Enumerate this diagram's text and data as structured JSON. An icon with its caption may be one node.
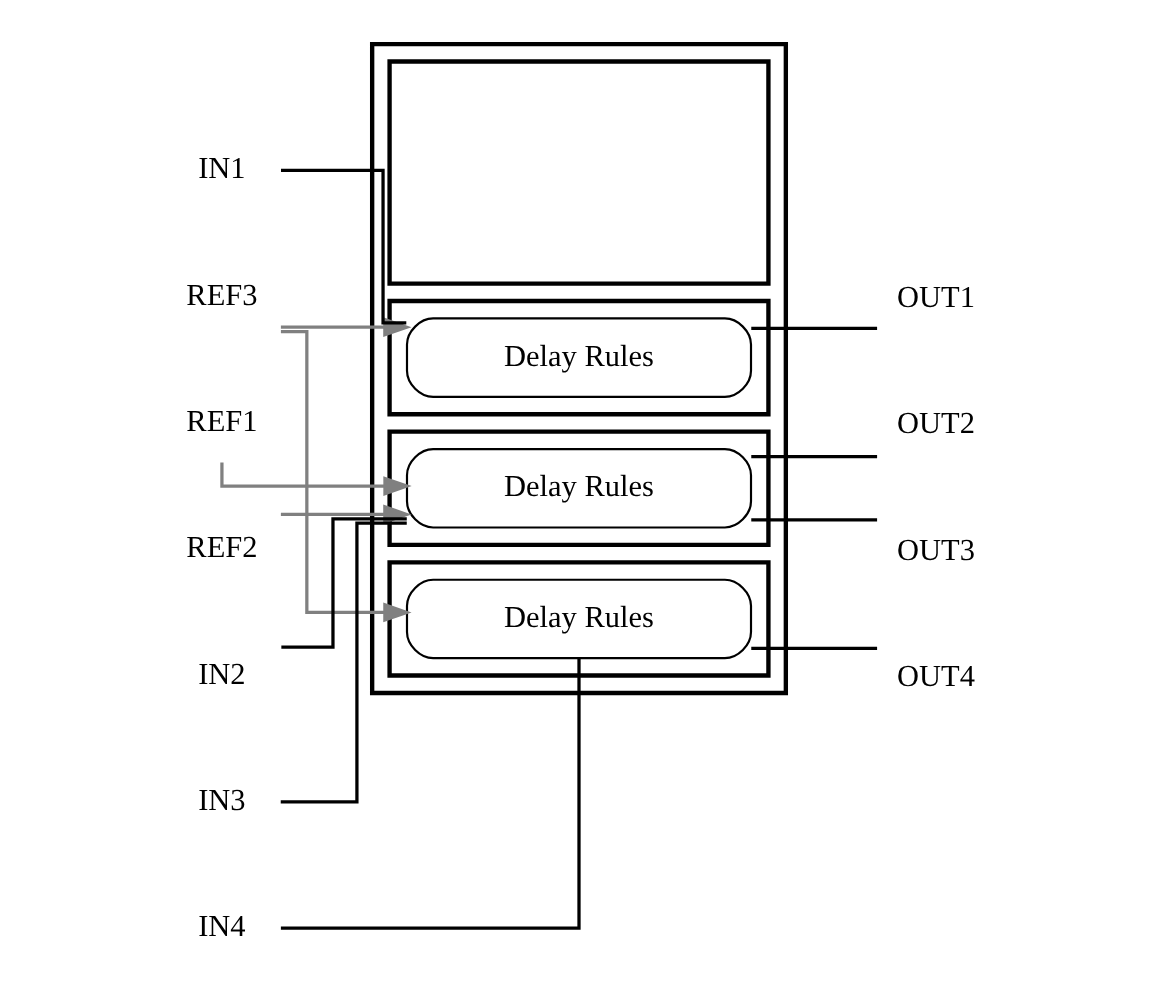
{
  "diagram": {
    "nodes": [
      {
        "text": [],
        "shape": "box"
      },
      {
        "text": [],
        "shape": "box",
        "in": 0
      },
      {
        "text": [],
        "shape": "box",
        "in": 0
      },
      {
        "text": [
          "Delay Rules"
        ],
        "in": 2
      },
      {
        "text": [],
        "shape": "box",
        "in": 0
      },
      {
        "text": [
          "Delay Rules"
        ],
        "in": 4
      },
      {
        "text": [],
        "shape": "box",
        "in": 0
      },
      {
        "text": [
          "Delay Rules"
        ],
        "in": 6
      },
      {
        "text": [
          "REF1"
        ]
      },
      {
        "text": [
          "REF2"
        ]
      },
      {
        "text": [
          "REF3"
        ]
      },
      {
        "text": [
          "IN1"
        ]
      },
      {
        "text": [
          "IN2"
        ]
      },
      {
        "text": [
          "IN3"
        ]
      },
      {
        "text": [
          "IN4"
        ]
      },
      {
        "text": [
          "OUT1"
        ]
      },
      {
        "text": [
          "OUT2"
        ]
      },
      {
        "text": [
          "OUT3"
        ]
      },
      {
        "text": [
          "OUT4"
        ]
      }
    ],
    "edges": [
      {
        "from": 8,
        "to": 5,
        "arrow": "to",
        "color": "#808080"
      },
      {
        "from": 9,
        "to": 5,
        "arrow": "to",
        "color": "#808080"
      },
      {
        "from": 10,
        "to": 3,
        "arrow": "to",
        "color": "#808080"
      },
      {
        "from": 10,
        "to": 7,
        "arrow": "to",
        "color": "#808080"
      },
      {
        "from": 11,
        "to": 3,
        "arrow": "none"
      },
      {
        "from": 12,
        "to": 5,
        "arrow": "none"
      },
      {
        "from": 13,
        "to": 5,
        "arrow": "none"
      },
      {
        "from": 14,
        "to": 7,
        "arrow": "none"
      },
      {
        "from": 3,
        "to": 15,
        "arrow": "none"
      },
      {
        "from": 5,
        "to": 16,
        "arrow": "none"
      },
      {
        "from": 5,
        "to": 17,
        "arrow": "none"
      },
      {
        "from": 7,
        "to": 18,
        "arrow": "none"
      }
    ]
  }
}
